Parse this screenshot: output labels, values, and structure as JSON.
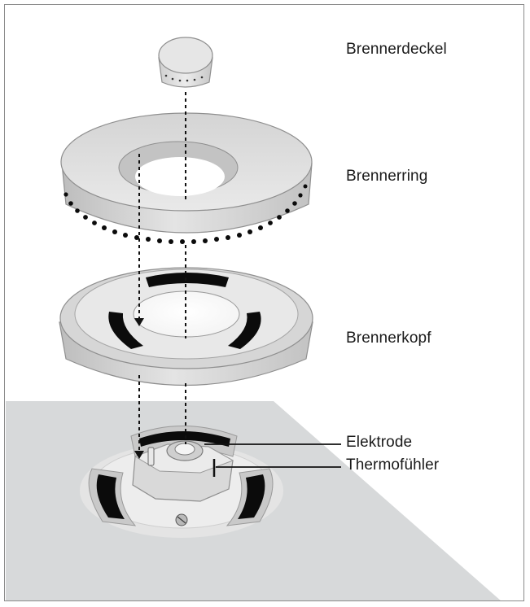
{
  "labels": {
    "burner_cap": "Brennerdeckel",
    "burner_ring": "Brennerring",
    "burner_head": "Brennerkopf",
    "electrode": "Elektrode",
    "thermocouple": "Thermofühler"
  },
  "colors": {
    "plate": "#d7d9da",
    "part_light": "#e6e6e6",
    "part_mid": "#c9c9c9",
    "part_dark": "#a8a8a8",
    "slot": "#0b0b0b",
    "frame": "#8a8a8a"
  }
}
